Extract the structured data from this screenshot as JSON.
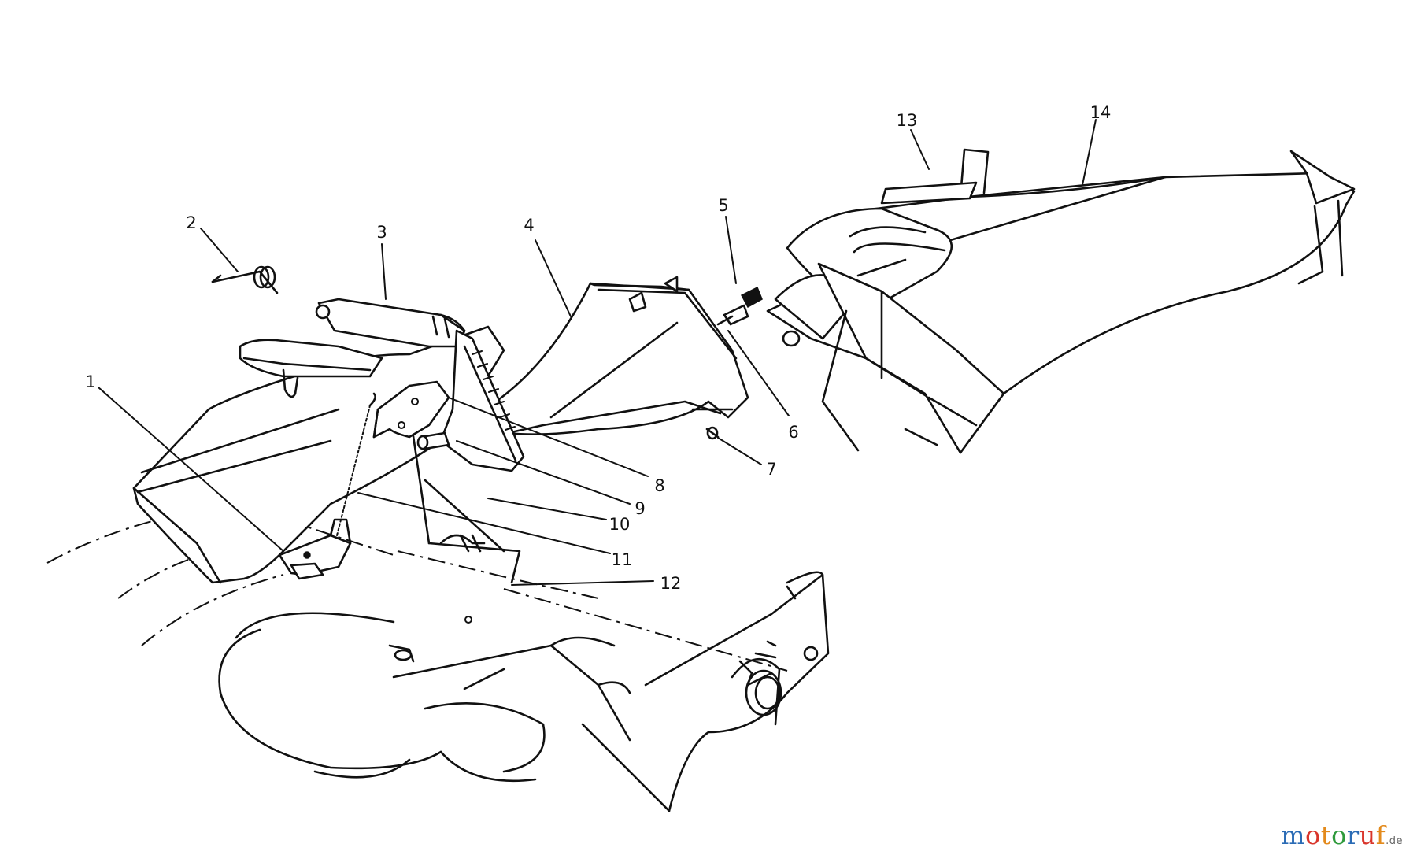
{
  "callouts": [
    "1",
    "2",
    "3",
    "4",
    "5",
    "6",
    "7",
    "8",
    "9",
    "10",
    "11",
    "12",
    "13",
    "14"
  ],
  "watermark": {
    "letters": [
      "m",
      "o",
      "t",
      "o",
      "r",
      "u",
      "f"
    ],
    "colors": [
      "#2a6bb5",
      "#d9352b",
      "#e38a1c",
      "#2f9a3c",
      "#2a6bb5",
      "#d9352b",
      "#e38a1c"
    ],
    "tld": ".de"
  }
}
